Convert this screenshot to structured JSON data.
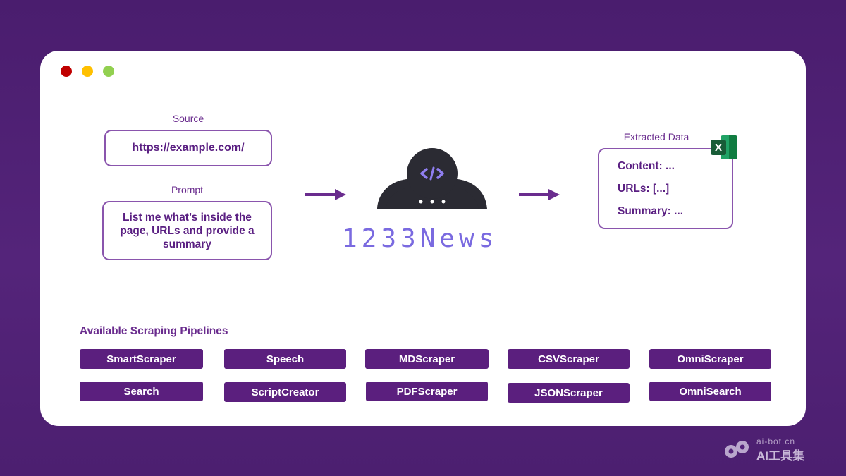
{
  "window_controls": {
    "close_color": "#c00000",
    "minimize_color": "#ffc000",
    "zoom_color": "#92d050"
  },
  "source": {
    "label": "Source",
    "value": "https://example.com/"
  },
  "prompt": {
    "label": "Prompt",
    "value": "List me what’s inside the page, URLs and provide a summary"
  },
  "brand": {
    "name": "1233News"
  },
  "extracted": {
    "label": "Extracted Data",
    "lines": [
      "Content: ...",
      "URLs: [...]",
      "Summary: ..."
    ],
    "excel_letter": "X"
  },
  "pipelines": {
    "title": "Available Scraping Pipelines",
    "items": [
      "SmartScraper",
      "Speech",
      "MDScraper",
      "CSVScraper",
      "OmniScraper",
      "Search",
      "ScriptCreator",
      "PDFScraper",
      "JSONScraper",
      "OmniSearch"
    ]
  },
  "watermark": {
    "top": "ai-bot.cn",
    "bottom": "AI工具集"
  },
  "colors": {
    "accent": "#5b1f7e",
    "background": "#4e1f72",
    "brand_text": "#7a6ae0"
  }
}
